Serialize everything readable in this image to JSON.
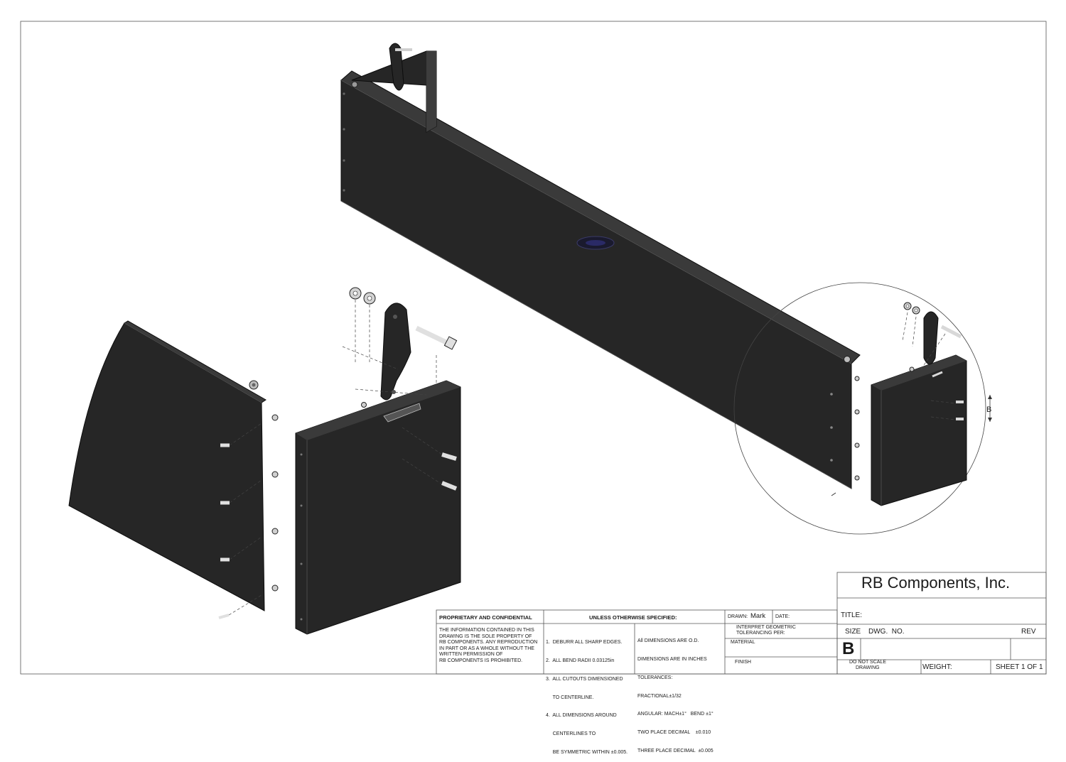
{
  "colors": {
    "part": "#262626",
    "part_edge": "#0c0c0c",
    "part_highlight": "#3a3a3a",
    "hardware": "#d6d6d6",
    "line": "#333333"
  },
  "detail": {
    "callout": "B"
  },
  "title_block": {
    "company": "RB Components, Inc.",
    "title_label": "TITLE:",
    "size_label": "SIZE",
    "dwg_no_label": "DWG.  NO.",
    "rev_label": "REV",
    "size_value": "B",
    "do_not_scale": [
      "DO NOT SCALE",
      "DRAWING"
    ],
    "weight_label": "WEIGHT:",
    "sheet": "SHEET 1 OF 1",
    "drawn_label": "DRAWN:",
    "drawn_by": "Mark",
    "date_label": "DATE:",
    "interpret": [
      "INTERPRET GEOMETRIC",
      "TOLERANCING PER:"
    ],
    "material_label": "MATERIAL",
    "finish_label": "FINISH",
    "proprietary_header": "PROPRIETARY AND CONFIDENTIAL",
    "proprietary_text": [
      "THE INFORMATION CONTAINED IN THIS",
      "DRAWING IS THE SOLE PROPERTY OF",
      "RB COMPONENTS.  ANY REPRODUCTION",
      "IN PART OR AS A WHOLE WITHOUT THE",
      "WRITTEN PERMISSION OF",
      "RB COMPONENTS IS PROHIBITED."
    ],
    "unless_header": "UNLESS OTHERWISE SPECIFIED:",
    "notes": [
      "1.  DEBURR ALL SHARP EDGES.",
      "2.  ALL BEND RADII 0.03125in",
      "3.  ALL CUTOUTS DIMENSIONED",
      "     TO CENTERLINE.",
      "4.  ALL DIMENSIONS AROUND",
      "     CENTERLINES TO",
      "     BE SYMMETRIC WITHIN ±0.005."
    ],
    "tolerances": [
      "All DIMENSIONS ARE O.D.",
      "DIMENSIONS ARE IN INCHES",
      "TOLERANCES:",
      "FRACTIONAL±1/32",
      "ANGULAR: MACH±1°   BEND ±1°",
      "TWO PLACE DECIMAL    ±0.010",
      "THREE PLACE DECIMAL  ±0.005"
    ]
  }
}
